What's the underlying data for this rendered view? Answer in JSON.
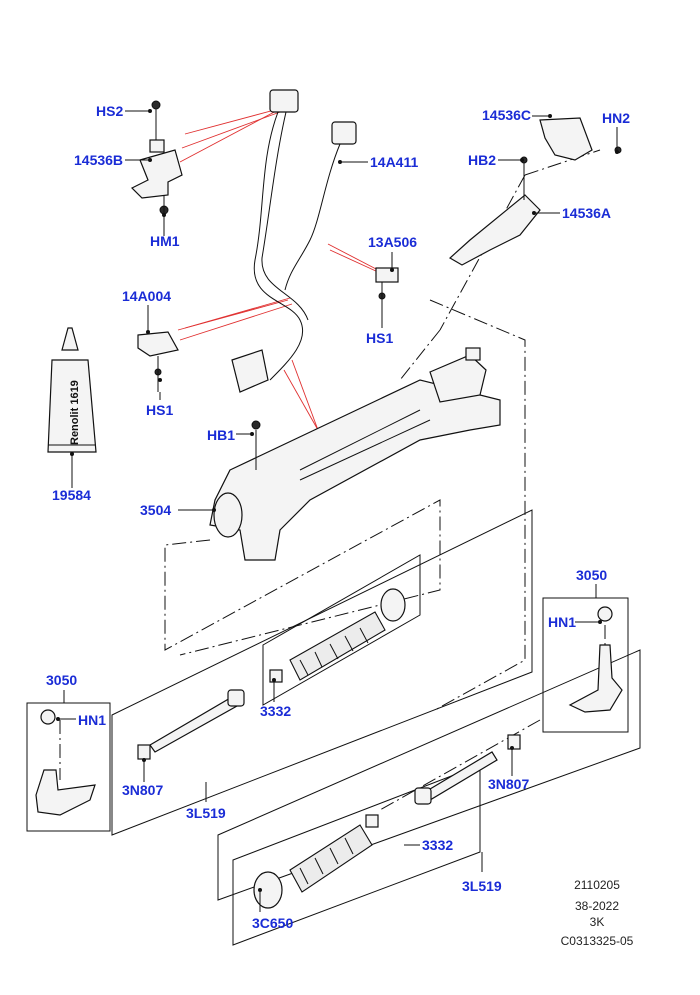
{
  "labels": {
    "hs2": "HS2",
    "p14536b": "14536B",
    "hm1": "HM1",
    "p14536c": "14536C",
    "hn2": "HN2",
    "hb2": "HB2",
    "p14411": "14A411",
    "p14536a": "14536A",
    "p13a506": "13A506",
    "hs1_upper": "HS1",
    "p14a004": "14A004",
    "hs1_lower": "HS1",
    "hb1": "HB1",
    "p19584": "19584",
    "p3504": "3504",
    "p3050_right": "3050",
    "hn1_right": "HN1",
    "p3050_left": "3050",
    "hn1_left": "HN1",
    "p3332_upper": "3332",
    "p3n807_left": "3N807",
    "p3l519_left": "3L519",
    "p3n807_right": "3N807",
    "p3332_lower": "3332",
    "p3l519_right": "3L519",
    "p3c650": "3C650"
  },
  "tube_text": "Renolit 1619",
  "reference": {
    "line1": "2110205",
    "line2": "38-2022",
    "line3": "3K",
    "line4": "C0313325-05"
  },
  "colors": {
    "label": "#1a2cd6",
    "leader": "#111111",
    "harness_pointer": "#e03030"
  }
}
